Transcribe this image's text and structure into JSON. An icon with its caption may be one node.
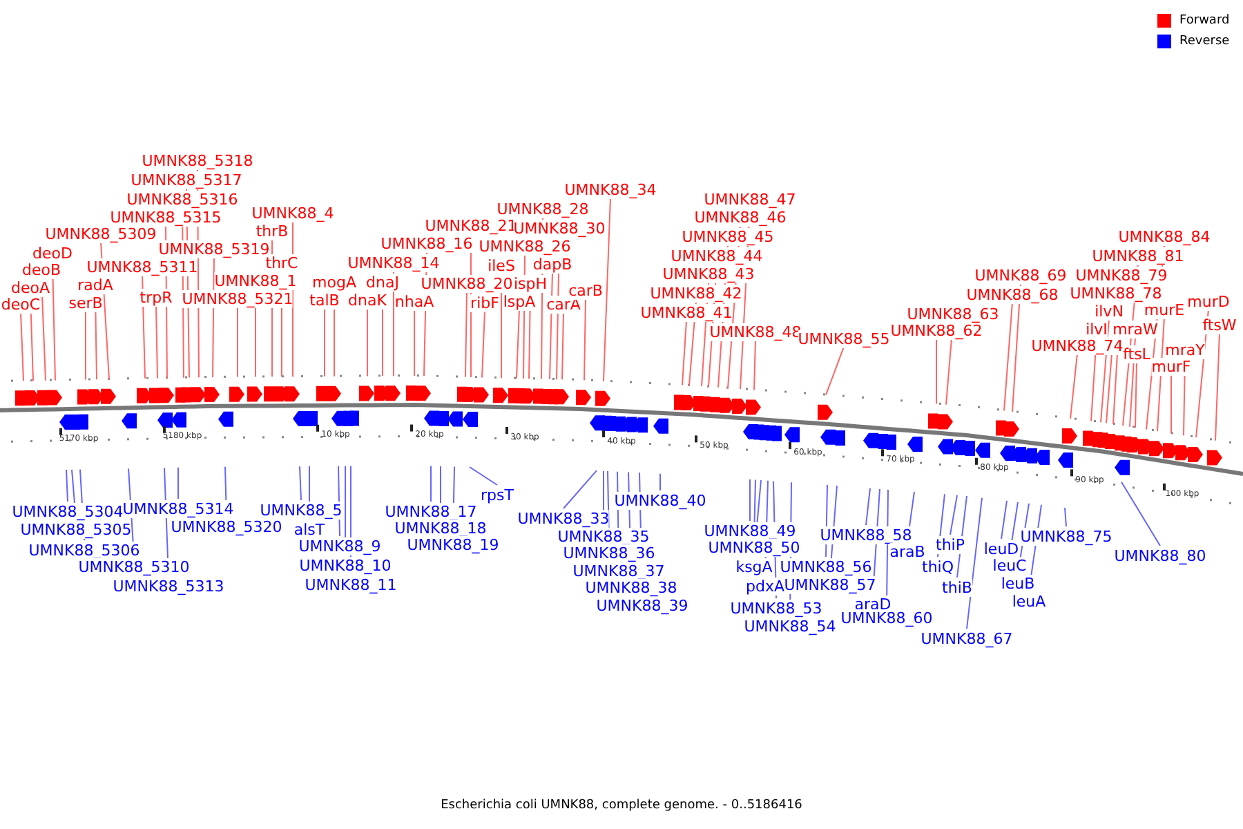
{
  "diagram": {
    "caption": "Escherichia coli UMNK88, complete genome. - 0..5186416",
    "nodes": [
      {
        "text": [
          "deoC"
        ]
      },
      {
        "text": [
          "deoA"
        ]
      },
      {
        "text": [
          "deoB"
        ]
      },
      {
        "text": [
          "deoD"
        ]
      },
      {
        "text": [
          "serB"
        ]
      },
      {
        "text": [
          "radA"
        ]
      },
      {
        "text": [
          "UMNK88_5309"
        ]
      },
      {
        "text": [
          "UMNK88_5311"
        ]
      },
      {
        "text": [
          "trpR"
        ]
      },
      {
        "text": [
          "UMNK88_5315"
        ]
      },
      {
        "text": [
          "UMNK88_5316"
        ]
      },
      {
        "text": [
          "UMNK88_5317"
        ]
      },
      {
        "text": [
          "UMNK88_5318"
        ]
      },
      {
        "text": [
          "UMNK88_5319"
        ]
      },
      {
        "text": [
          "UMNK88_5321"
        ]
      },
      {
        "text": [
          "UMNK88_1"
        ]
      },
      {
        "text": [
          "thrB"
        ]
      },
      {
        "text": [
          "thrC"
        ]
      },
      {
        "text": [
          "UMNK88_4"
        ]
      },
      {
        "text": [
          "talB"
        ]
      },
      {
        "text": [
          "mogA"
        ]
      },
      {
        "text": [
          "dnaK"
        ]
      },
      {
        "text": [
          "dnaJ"
        ]
      },
      {
        "text": [
          "UMNK88_14"
        ]
      },
      {
        "text": [
          "nhaA"
        ]
      },
      {
        "text": [
          "UMNK88_16"
        ]
      },
      {
        "text": [
          "UMNK88_20"
        ]
      },
      {
        "text": [
          "UMNK88_21"
        ]
      },
      {
        "text": [
          "ribF"
        ]
      },
      {
        "text": [
          "ileS"
        ]
      },
      {
        "text": [
          "lspA"
        ]
      },
      {
        "text": [
          "ispH"
        ]
      },
      {
        "text": [
          "UMNK88_26"
        ]
      },
      {
        "text": [
          "UMNK88_28"
        ]
      },
      {
        "text": [
          "dapB"
        ]
      },
      {
        "text": [
          "UMNK88_30"
        ]
      },
      {
        "text": [
          "carA"
        ]
      },
      {
        "text": [
          "carB"
        ]
      },
      {
        "text": [
          "UMNK88_34"
        ]
      },
      {
        "text": [
          "UMNK88_41"
        ]
      },
      {
        "text": [
          "UMNK88_42"
        ]
      },
      {
        "text": [
          "UMNK88_43"
        ]
      },
      {
        "text": [
          "UMNK88_44"
        ]
      },
      {
        "text": [
          "UMNK88_45"
        ]
      },
      {
        "text": [
          "UMNK88_46"
        ]
      },
      {
        "text": [
          "UMNK88_47"
        ]
      },
      {
        "text": [
          "UMNK88_48"
        ]
      },
      {
        "text": [
          "UMNK88_55"
        ]
      },
      {
        "text": [
          "UMNK88_62"
        ]
      },
      {
        "text": [
          "UMNK88_63"
        ]
      },
      {
        "text": [
          "UMNK88_68"
        ]
      },
      {
        "text": [
          "UMNK88_69"
        ]
      },
      {
        "text": [
          "UMNK88_74"
        ]
      },
      {
        "text": [
          "ilvI"
        ]
      },
      {
        "text": [
          "ilvN"
        ]
      },
      {
        "text": [
          "UMNK88_78"
        ]
      },
      {
        "text": [
          "UMNK88_79"
        ]
      },
      {
        "text": [
          "UMNK88_81"
        ]
      },
      {
        "text": [
          "mraW"
        ]
      },
      {
        "text": [
          "ftsL"
        ]
      },
      {
        "text": [
          "UMNK88_84"
        ]
      },
      {
        "text": [
          "murE"
        ]
      },
      {
        "text": [
          "murF"
        ]
      },
      {
        "text": [
          "mraY"
        ]
      },
      {
        "text": [
          "murD"
        ]
      },
      {
        "text": [
          "ftsW"
        ]
      },
      {
        "text": [
          "UMNK88_5304"
        ]
      },
      {
        "text": [
          "UMNK88_5305"
        ]
      },
      {
        "text": [
          "UMNK88_5306"
        ]
      },
      {
        "text": [
          "UMNK88_5310"
        ]
      },
      {
        "text": [
          "UMNK88_5313"
        ]
      },
      {
        "text": [
          "UMNK88_5314"
        ]
      },
      {
        "text": [
          "UMNK88_5320"
        ]
      },
      {
        "text": [
          "UMNK88_5"
        ]
      },
      {
        "text": [
          "alsT"
        ]
      },
      {
        "text": [
          "UMNK88_9"
        ]
      },
      {
        "text": [
          "UMNK88_10"
        ]
      },
      {
        "text": [
          "UMNK88_11"
        ]
      },
      {
        "text": [
          "UMNK88_17"
        ]
      },
      {
        "text": [
          "UMNK88_18"
        ]
      },
      {
        "text": [
          "UMNK88_19"
        ]
      },
      {
        "text": [
          "rpsT"
        ]
      },
      {
        "text": [
          "UMNK88_33"
        ]
      },
      {
        "text": [
          "UMNK88_35"
        ]
      },
      {
        "text": [
          "UMNK88_36"
        ]
      },
      {
        "text": [
          "UMNK88_37"
        ]
      },
      {
        "text": [
          "UMNK88_38"
        ]
      },
      {
        "text": [
          "UMNK88_39"
        ]
      },
      {
        "text": [
          "UMNK88_40"
        ]
      },
      {
        "text": [
          "UMNK88_49"
        ]
      },
      {
        "text": [
          "UMNK88_50"
        ]
      },
      {
        "text": [
          "ksgA"
        ]
      },
      {
        "text": [
          "pdxA"
        ]
      },
      {
        "text": [
          "UMNK88_53"
        ]
      },
      {
        "text": [
          "UMNK88_54"
        ]
      },
      {
        "text": [
          "UMNK88_56"
        ]
      },
      {
        "text": [
          "UMNK88_57"
        ]
      },
      {
        "text": [
          "UMNK88_58"
        ]
      },
      {
        "text": [
          "araD"
        ]
      },
      {
        "text": [
          "UMNK88_60"
        ]
      },
      {
        "text": [
          "araB"
        ]
      },
      {
        "text": [
          "thiP"
        ]
      },
      {
        "text": [
          "thiQ"
        ]
      },
      {
        "text": [
          "thiB"
        ]
      },
      {
        "text": [
          "UMNK88_67"
        ]
      },
      {
        "text": [
          "leuD"
        ]
      },
      {
        "text": [
          "leuC"
        ]
      },
      {
        "text": [
          "leuB"
        ]
      },
      {
        "text": [
          "leuA"
        ]
      },
      {
        "text": [
          "UMNK88_75"
        ]
      },
      {
        "text": [
          "UMNK88_80"
        ]
      }
    ],
    "edges": [
      {
        "from": 0,
        "to": null,
        "arrow": "none"
      },
      {
        "from": 1,
        "to": null,
        "arrow": "none"
      },
      {
        "from": 2,
        "to": null,
        "arrow": "none"
      },
      {
        "from": 3,
        "to": null,
        "arrow": "none"
      },
      {
        "from": 4,
        "to": null,
        "arrow": "none"
      },
      {
        "from": 5,
        "to": null,
        "arrow": "none"
      },
      {
        "from": 6,
        "to": null,
        "arrow": "none"
      },
      {
        "from": 7,
        "to": null,
        "arrow": "none"
      },
      {
        "from": 8,
        "to": null,
        "arrow": "none"
      },
      {
        "from": 9,
        "to": null,
        "arrow": "none"
      },
      {
        "from": 10,
        "to": null,
        "arrow": "none"
      },
      {
        "from": 11,
        "to": null,
        "arrow": "none"
      },
      {
        "from": 12,
        "to": null,
        "arrow": "none"
      },
      {
        "from": 13,
        "to": null,
        "arrow": "none"
      },
      {
        "from": 14,
        "to": null,
        "arrow": "none"
      },
      {
        "from": 15,
        "to": null,
        "arrow": "none"
      },
      {
        "from": 16,
        "to": null,
        "arrow": "none"
      },
      {
        "from": 17,
        "to": null,
        "arrow": "none"
      },
      {
        "from": 18,
        "to": null,
        "arrow": "none"
      },
      {
        "from": 19,
        "to": null,
        "arrow": "none"
      },
      {
        "from": 20,
        "to": null,
        "arrow": "none"
      },
      {
        "from": 21,
        "to": null,
        "arrow": "none"
      },
      {
        "from": 22,
        "to": null,
        "arrow": "none"
      },
      {
        "from": 23,
        "to": null,
        "arrow": "none"
      },
      {
        "from": 24,
        "to": null,
        "arrow": "none"
      },
      {
        "from": 25,
        "to": null,
        "arrow": "none"
      },
      {
        "from": 26,
        "to": null,
        "arrow": "none"
      },
      {
        "from": 27,
        "to": null,
        "arrow": "none"
      },
      {
        "from": 28,
        "to": null,
        "arrow": "none"
      },
      {
        "from": 29,
        "to": null,
        "arrow": "none"
      },
      {
        "from": 30,
        "to": null,
        "arrow": "none"
      },
      {
        "from": 31,
        "to": null,
        "arrow": "none"
      },
      {
        "from": 32,
        "to": null,
        "arrow": "none"
      },
      {
        "from": 33,
        "to": null,
        "arrow": "none"
      },
      {
        "from": 34,
        "to": null,
        "arrow": "none"
      },
      {
        "from": 35,
        "to": null,
        "arrow": "none"
      },
      {
        "from": 36,
        "to": null,
        "arrow": "none"
      },
      {
        "from": 37,
        "to": null,
        "arrow": "none"
      },
      {
        "from": 38,
        "to": null,
        "arrow": "none"
      },
      {
        "from": 39,
        "to": null,
        "arrow": "none"
      },
      {
        "from": 40,
        "to": null,
        "arrow": "none"
      },
      {
        "from": 41,
        "to": null,
        "arrow": "none"
      },
      {
        "from": 42,
        "to": null,
        "arrow": "none"
      },
      {
        "from": 43,
        "to": null,
        "arrow": "none"
      },
      {
        "from": 44,
        "to": null,
        "arrow": "none"
      },
      {
        "from": 45,
        "to": null,
        "arrow": "none"
      },
      {
        "from": 46,
        "to": null,
        "arrow": "none"
      },
      {
        "from": 47,
        "to": null,
        "arrow": "none"
      },
      {
        "from": 48,
        "to": null,
        "arrow": "none"
      },
      {
        "from": 49,
        "to": null,
        "arrow": "none"
      },
      {
        "from": 50,
        "to": null,
        "arrow": "none"
      },
      {
        "from": 51,
        "to": null,
        "arrow": "none"
      },
      {
        "from": 52,
        "to": null,
        "arrow": "none"
      },
      {
        "from": 53,
        "to": null,
        "arrow": "none"
      },
      {
        "from": 54,
        "to": null,
        "arrow": "none"
      },
      {
        "from": 55,
        "to": null,
        "arrow": "none"
      },
      {
        "from": 56,
        "to": null,
        "arrow": "none"
      },
      {
        "from": 57,
        "to": null,
        "arrow": "none"
      },
      {
        "from": 58,
        "to": null,
        "arrow": "none"
      },
      {
        "from": 59,
        "to": null,
        "arrow": "none"
      },
      {
        "from": 60,
        "to": null,
        "arrow": "none"
      },
      {
        "from": 61,
        "to": null,
        "arrow": "none"
      },
      {
        "from": 62,
        "to": null,
        "arrow": "none"
      },
      {
        "from": 63,
        "to": null,
        "arrow": "none"
      },
      {
        "from": 64,
        "to": null,
        "arrow": "none"
      },
      {
        "from": 65,
        "to": null,
        "arrow": "none"
      },
      {
        "from": 66,
        "to": null,
        "arrow": "none",
        "color": "#6666ff"
      },
      {
        "from": 67,
        "to": null,
        "arrow": "none",
        "color": "#6666ff"
      },
      {
        "from": 68,
        "to": null,
        "arrow": "none",
        "color": "#6666ff"
      },
      {
        "from": 69,
        "to": null,
        "arrow": "none",
        "color": "#6666ff"
      },
      {
        "from": 70,
        "to": null,
        "arrow": "none",
        "color": "#6666ff"
      },
      {
        "from": 71,
        "to": null,
        "arrow": "none",
        "color": "#6666ff"
      },
      {
        "from": 72,
        "to": null,
        "arrow": "none",
        "color": "#6666ff"
      },
      {
        "from": 73,
        "to": null,
        "arrow": "none",
        "color": "#6666ff"
      },
      {
        "from": 74,
        "to": null,
        "arrow": "none",
        "color": "#6666ff"
      },
      {
        "from": 75,
        "to": null,
        "arrow": "none",
        "color": "#6666ff"
      },
      {
        "from": 76,
        "to": null,
        "arrow": "none",
        "color": "#6666ff"
      },
      {
        "from": 77,
        "to": null,
        "arrow": "none",
        "color": "#6666ff"
      },
      {
        "from": 78,
        "to": null,
        "arrow": "none",
        "color": "#6666ff"
      },
      {
        "from": 79,
        "to": null,
        "arrow": "none",
        "color": "#6666ff"
      },
      {
        "from": 80,
        "to": null,
        "arrow": "none",
        "color": "#6666ff"
      },
      {
        "from": 81,
        "to": null,
        "arrow": "none",
        "color": "#6666ff"
      },
      {
        "from": 82,
        "to": null,
        "arrow": "none",
        "color": "#6666ff"
      },
      {
        "from": 83,
        "to": null,
        "arrow": "none",
        "color": "#6666ff"
      },
      {
        "from": 84,
        "to": null,
        "arrow": "none",
        "color": "#6666ff"
      },
      {
        "from": 85,
        "to": null,
        "arrow": "none",
        "color": "#6666ff"
      },
      {
        "from": 86,
        "to": null,
        "arrow": "none",
        "color": "#6666ff"
      },
      {
        "from": 87,
        "to": null,
        "arrow": "none",
        "color": "#6666ff"
      },
      {
        "from": 88,
        "to": null,
        "arrow": "none",
        "color": "#6666ff"
      },
      {
        "from": 89,
        "to": null,
        "arrow": "none",
        "color": "#6666ff"
      },
      {
        "from": 90,
        "to": null,
        "arrow": "none",
        "color": "#6666ff"
      },
      {
        "from": 91,
        "to": null,
        "arrow": "none",
        "color": "#6666ff"
      },
      {
        "from": 92,
        "to": null,
        "arrow": "none",
        "color": "#6666ff"
      },
      {
        "from": 93,
        "to": null,
        "arrow": "none",
        "color": "#6666ff"
      },
      {
        "from": 94,
        "to": null,
        "arrow": "none",
        "color": "#6666ff"
      },
      {
        "from": 95,
        "to": null,
        "arrow": "none",
        "color": "#6666ff"
      },
      {
        "from": 96,
        "to": null,
        "arrow": "none",
        "color": "#6666ff"
      },
      {
        "from": 97,
        "to": null,
        "arrow": "none",
        "color": "#6666ff"
      },
      {
        "from": 98,
        "to": null,
        "arrow": "none",
        "color": "#6666ff"
      },
      {
        "from": 99,
        "to": null,
        "arrow": "none",
        "color": "#6666ff"
      },
      {
        "from": 100,
        "to": null,
        "arrow": "none",
        "color": "#6666ff"
      },
      {
        "from": 101,
        "to": null,
        "arrow": "none",
        "color": "#6666ff"
      },
      {
        "from": 102,
        "to": null,
        "arrow": "none",
        "color": "#6666ff"
      },
      {
        "from": 103,
        "to": null,
        "arrow": "none",
        "color": "#6666ff"
      },
      {
        "from": 104,
        "to": null,
        "arrow": "none",
        "color": "#6666ff"
      },
      {
        "from": 105,
        "to": null,
        "arrow": "none",
        "color": "#6666ff"
      },
      {
        "from": 106,
        "to": null,
        "arrow": "none",
        "color": "#6666ff"
      },
      {
        "from": 107,
        "to": null,
        "arrow": "none",
        "color": "#6666ff"
      },
      {
        "from": 108,
        "to": null,
        "arrow": "none",
        "color": "#6666ff"
      },
      {
        "from": 109,
        "to": null,
        "arrow": "none",
        "color": "#6666ff"
      },
      {
        "from": 110,
        "to": null,
        "arrow": "none",
        "color": "#6666ff"
      }
    ],
    "labels": [
      "5170 kbp",
      "5180 kbp",
      "10 kbp",
      "20 kbp",
      "30 kbp",
      "40 kbp",
      "50 kbp",
      "60 kbp",
      "70 kbp",
      "80 kbp",
      "90 kbp",
      "100 kbp"
    ],
    "legend": [
      {
        "text": "Forward",
        "color": "#ff0000"
      },
      {
        "text": "Reverse",
        "color": "#0000ff"
      }
    ]
  }
}
